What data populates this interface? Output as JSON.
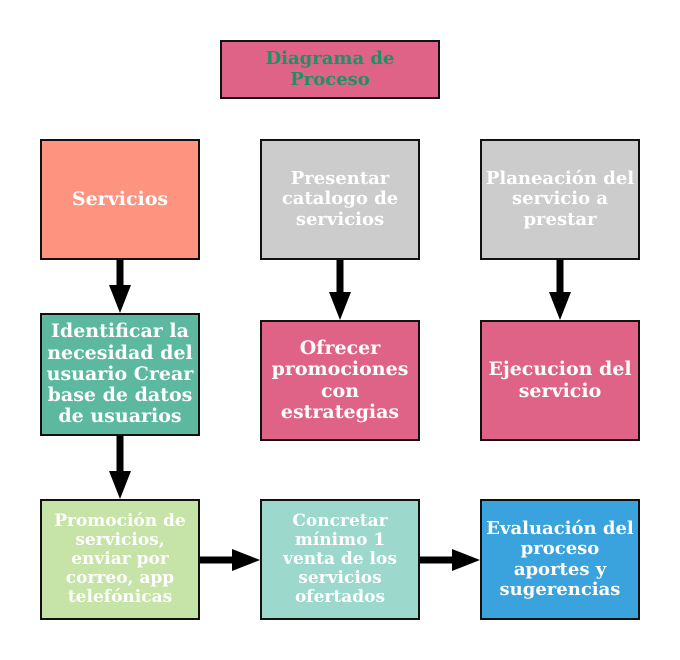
{
  "title": "Diagrama de\nProceso",
  "boxes": {
    "servicios": "Servicios",
    "presentar": "Presentar\ncatalogo de\nservicios",
    "planeacion": "Planeación del\nservicio a\nprestar",
    "identificar": "Identificar la\nnecesidad del\nusuario Crear\nbase de datos\nde usuarios",
    "ofrecer": "Ofrecer\npromociones\ncon estrategias",
    "ejecucion": "Ejecucion del\nservicio",
    "promocion": "Promoción de\nservicios,\nenviar por\ncorreo, app\ntelefónicas",
    "concretar": "Concretar\nmínimo 1\nventa de los\nservicios\nofertados",
    "evaluacion": "Evaluación del\nproceso\naportes y\nsugerencias"
  },
  "colors": {
    "title_fill": "#df6386",
    "title_text": "#1f8f68",
    "salmon": "#fe9380",
    "gray": "#cccccc",
    "pink": "#df6386",
    "teal": "#5cb89f",
    "light_green": "#c6e4a8",
    "light_teal": "#9dd8cd",
    "blue": "#3aa2dc",
    "arrow": "#000000"
  }
}
